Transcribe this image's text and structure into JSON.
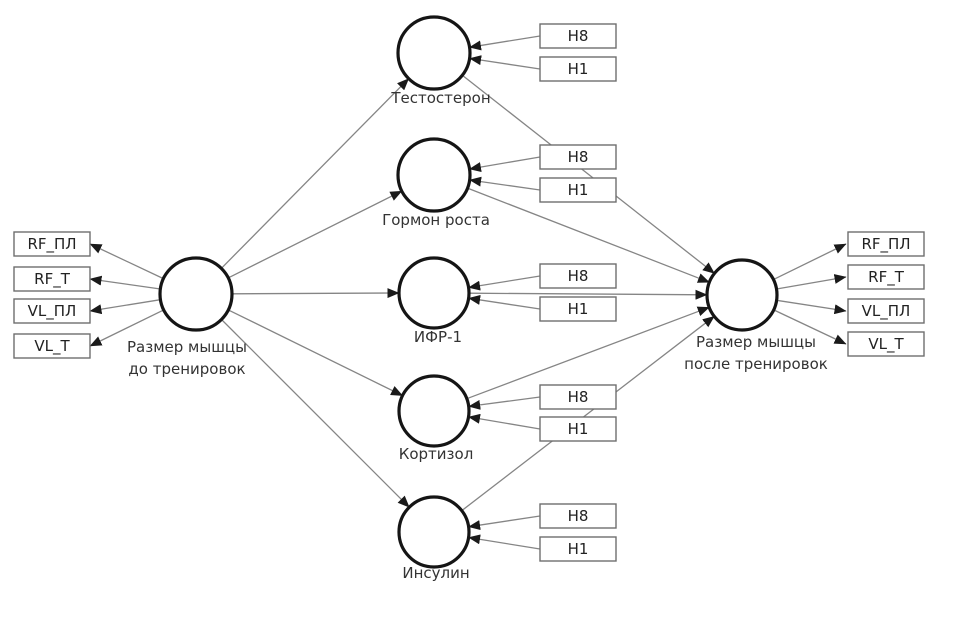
{
  "diagram": {
    "exogenous": {
      "label_line1": "Размер мышцы",
      "label_line2": "до тренировок",
      "indicators": [
        "RF_ПЛ",
        "RF_T",
        "VL_ПЛ",
        "VL_T"
      ]
    },
    "endogenous": {
      "label_line1": "Размер мышцы",
      "label_line2": "после тренировок",
      "indicators": [
        "RF_ПЛ",
        "RF_T",
        "VL_ПЛ",
        "VL_T"
      ]
    },
    "mediators": [
      {
        "label": "Тестостерон",
        "indicators": [
          "Н8",
          "Н1"
        ]
      },
      {
        "label": "Гормон роста",
        "indicators": [
          "Н8",
          "Н1"
        ]
      },
      {
        "label": "ИФР-1",
        "indicators": [
          "Н8",
          "Н1"
        ]
      },
      {
        "label": "Кортизол",
        "indicators": [
          "Н8",
          "Н1"
        ]
      },
      {
        "label": "Инсулин",
        "indicators": [
          "Н8",
          "Н1"
        ]
      }
    ],
    "colors": {
      "background": "#ffffff",
      "edge_line": "#858585",
      "node_stroke": "#151515",
      "box_border": "#6e6e6e",
      "text": "#333333",
      "arrowhead": "#1a1a1a"
    }
  }
}
